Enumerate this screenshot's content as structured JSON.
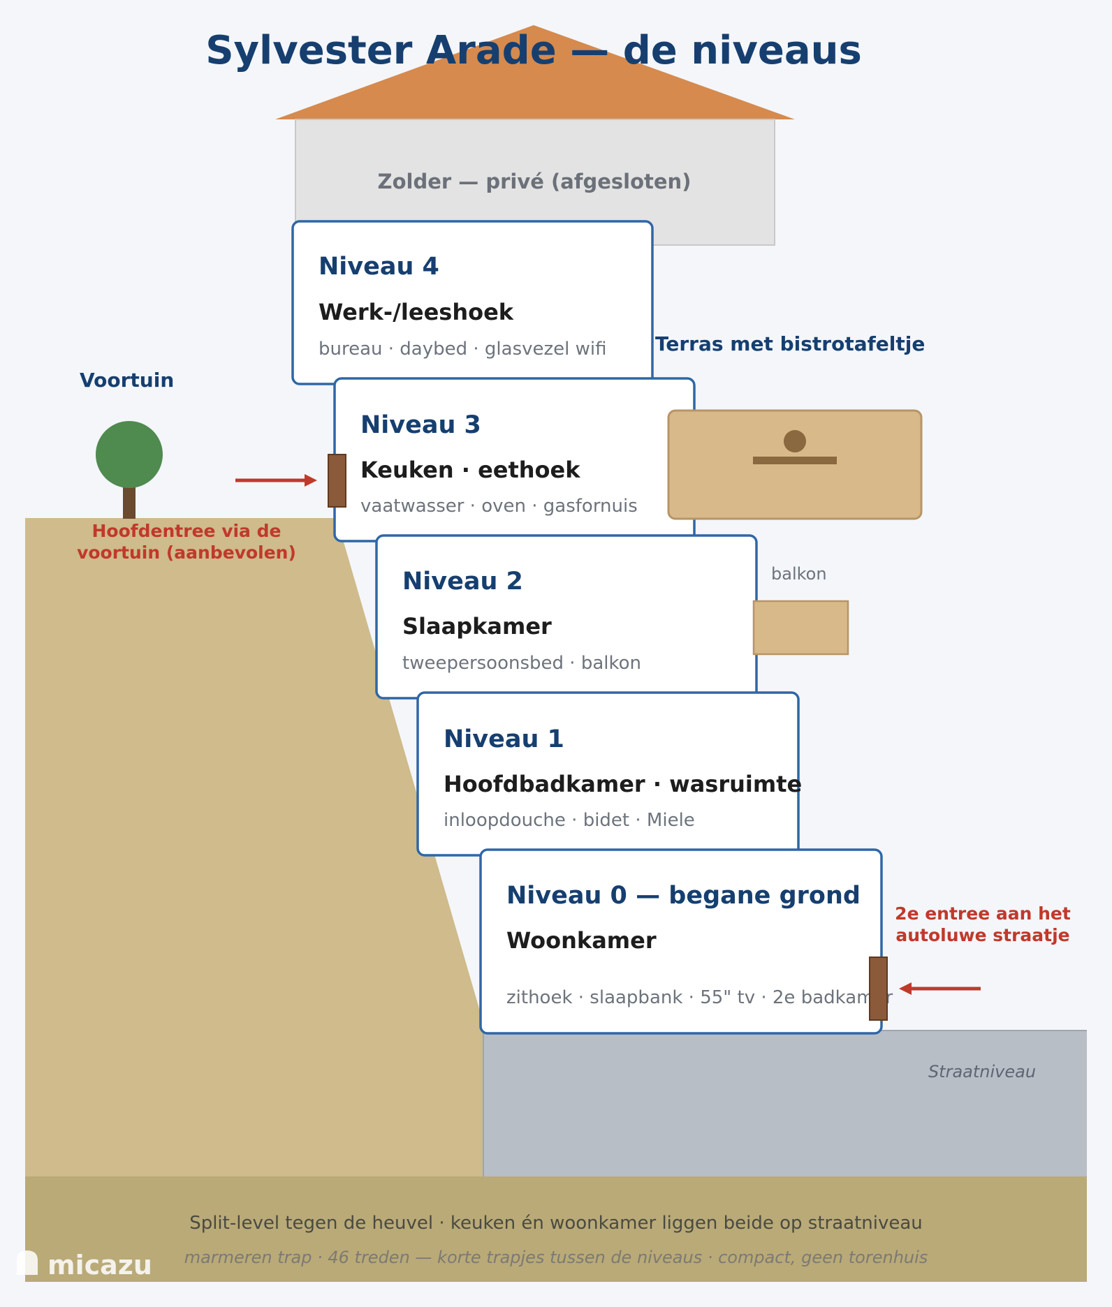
{
  "title": "Sylvester Arade — de niveaus",
  "attic": {
    "label": "Zolder — privé (afgesloten)"
  },
  "levels": [
    {
      "level": "Niveau 4",
      "room": "Werk-/leeshoek",
      "features": "bureau · daybed · glasvezel wifi"
    },
    {
      "level": "Niveau 3",
      "room": "Keuken · eethoek",
      "features": "vaatwasser · oven · gasfornuis"
    },
    {
      "level": "Niveau 2",
      "room": "Slaapkamer",
      "features": "tweepersoonsbed · balkon"
    },
    {
      "level": "Niveau 1",
      "room": "Hoofdbadkamer · wasruimte",
      "features": "inloopdouche · bidet · Miele"
    },
    {
      "level": "Niveau 0 — begane grond",
      "room": "Woonkamer",
      "features": "zithoek · slaapbank · 55\" tv · 2e badkamer"
    }
  ],
  "labels": {
    "front_garden": "Voortuin",
    "terrace": "Terras met bistrotafeltje",
    "balcony": "balkon",
    "main_entrance_line1": "Hoofdentree via de",
    "main_entrance_line2": "voortuin (aanbevolen)",
    "second_entrance_line1": "2e entree aan het",
    "second_entrance_line2": "autoluwe straatje",
    "street_level": "Straatniveau"
  },
  "footer": {
    "line1": "Split-level tegen de heuvel · keuken én woonkamer liggen beide op straatniveau",
    "line2": "marmeren trap · 46 treden — korte trapjes tussen de niveaus · compact, geen torenhuis"
  },
  "logo": "micazu",
  "colors": {
    "roof": "#d68a4d",
    "attic": "#e3e3e3",
    "hill": "#cfbb8b",
    "street": "#b8bec6",
    "ground": "#b9aa78",
    "card_border": "#2f67a6",
    "title": "#163f70",
    "accent_red": "#c0392b",
    "door": "#8b5a3a",
    "terrace": "#d8b989",
    "tree": "#4f8a4f"
  },
  "icons": [
    "tree-icon",
    "door-icon",
    "arrow-right-icon",
    "arrow-left-icon",
    "bistro-table-icon",
    "micazu-logo-icon"
  ]
}
